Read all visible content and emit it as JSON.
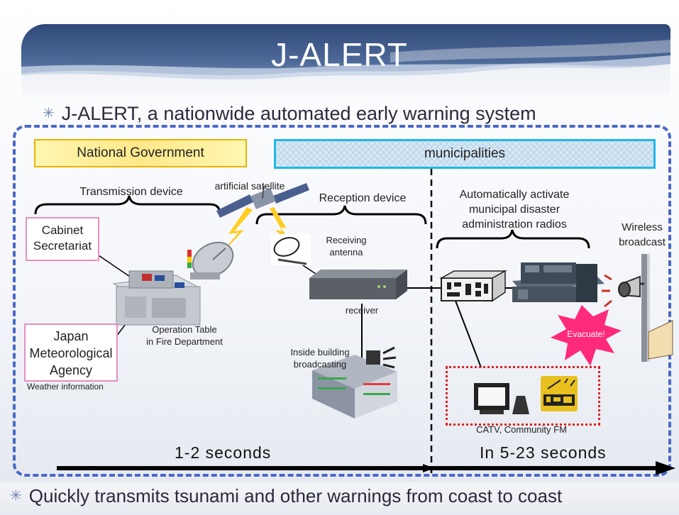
{
  "title": "J-ALERT",
  "subtitle_bullet": "J-ALERT, a nationwide automated early warning system",
  "header_labels": {
    "national": "National Government",
    "municipalities": "municipalities"
  },
  "labels": {
    "transmission": "Transmission device",
    "satellite": "artificial satellite",
    "reception": "Reception device",
    "receiving_antenna_1": "Receiving",
    "receiving_antenna_2": "antenna",
    "receiver": "receiver",
    "operation_table_1": "Operation Table",
    "operation_table_2": "in Fire Department",
    "inside_building_1": "Inside building",
    "inside_building_2": "broadcasting",
    "auto_1": "Automatically activate",
    "auto_2": "municipal disaster",
    "auto_3": "administration radios",
    "wireless_1": "Wireless",
    "wireless_2": "broadcast",
    "evacuate": "Evacuate!",
    "catv": "CATV, Community FM",
    "weather": "Weather information"
  },
  "sources": {
    "cabinet_1": "Cabinet",
    "cabinet_2": "Secretariat",
    "jma_1": "Japan",
    "jma_2": "Meteorological",
    "jma_3": "Agency"
  },
  "timeline": {
    "left": "1-2 seconds",
    "right": "In 5-23 seconds"
  },
  "footer_bullet": "Quickly transmits tsunami and other warnings from coast to coast",
  "colors": {
    "title_band": "#3b5687",
    "dashed_border": "#4a67c8",
    "gov_border": "#e7b400",
    "muni_border": "#20b7e8",
    "source_border": "#e58fc0",
    "alert_red": "#e02020",
    "evacuate_burst": "#ff2a7a"
  }
}
